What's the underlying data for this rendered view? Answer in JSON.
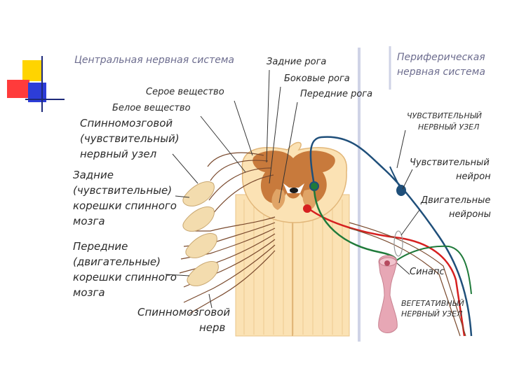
{
  "headings": {
    "cns": "Центральная нервная система",
    "pns_line1": "Периферическая",
    "pns_line2": "нервная система"
  },
  "labels": {
    "dorsal_horns": "Задние рога",
    "lateral_horns": "Боковые рога",
    "ventral_horns": "Передние рога",
    "gray_matter": "Серое вещество",
    "white_matter": "Белое вещество",
    "ganglion_l1": "Спинномозговой",
    "ganglion_l2": "(чувствительный)",
    "ganglion_l3": "нервный узел",
    "dorsal_roots_l1": "Задние",
    "dorsal_roots_l2": "(чувствительные)",
    "dorsal_roots_l3": "корешки спинного",
    "dorsal_roots_l4": "мозга",
    "ventral_roots_l1": "Передние",
    "ventral_roots_l2": "(двигательные)",
    "ventral_roots_l3": "корешки спинного",
    "ventral_roots_l4": "мозга",
    "spinal_nerve_l1": "Спинномозговой",
    "spinal_nerve_l2": "нерв",
    "sensory_ganglion_l1": "ЧУВСТВИТЕЛЬНЫЙ",
    "sensory_ganglion_l2": "НЕРВНЫЙ УЗЕЛ",
    "sensory_neuron_l1": "Чувствительный",
    "sensory_neuron_l2": "нейрон",
    "motor_neurons_l1": "Двигательные",
    "motor_neurons_l2": "нейроны",
    "synapse": "Синапс",
    "autonomic_ganglion_l1": "ВЕГЕТАТИВНЫЙ",
    "autonomic_ganglion_l2": "НЕРВНЫЙ УЗЕЛ"
  },
  "colors": {
    "white_matter": "#fbe2b4",
    "white_matter_edge": "#e9c48a",
    "gray_matter": "#c87a3c",
    "gray_matter_light": "#e0a466",
    "sensory_nerve": "#1f4f7a",
    "motor_red": "#d62020",
    "motor_green": "#1f7a3a",
    "nerve_brown": "#7a4a2e",
    "ganglion": "#f3dcae",
    "autonomic_ganglion": "#e7a7b5",
    "heading": "#6d6d8f",
    "divider": "#cfd3e6"
  }
}
